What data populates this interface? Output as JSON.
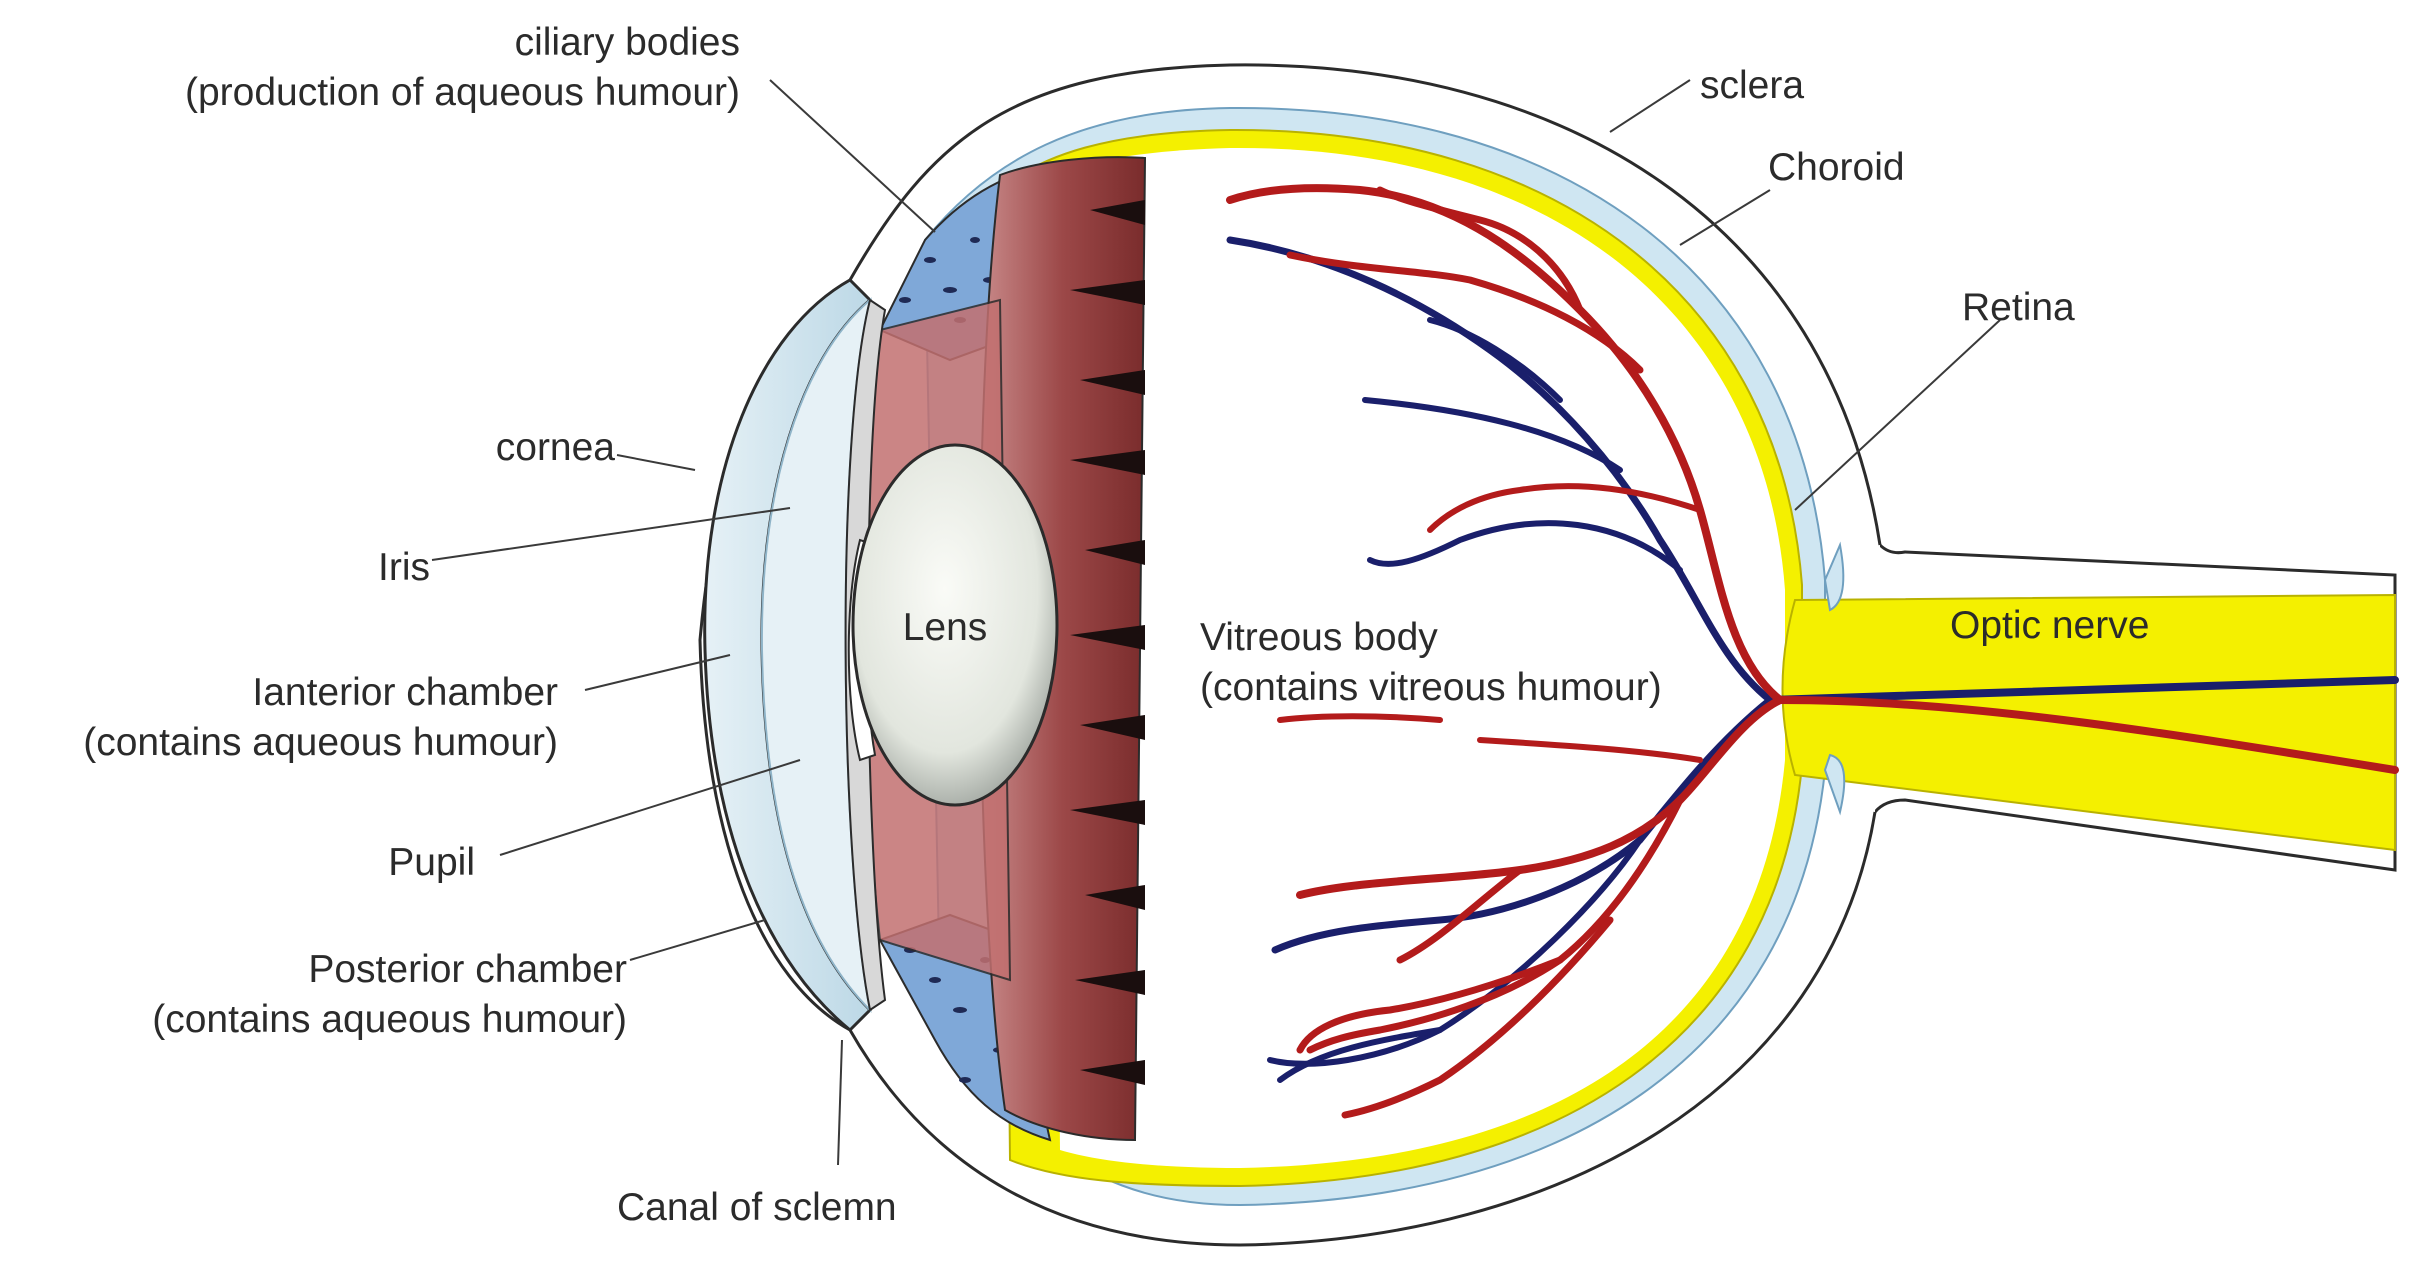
{
  "diagram": {
    "labels": {
      "ciliary_line1": "ciliary bodies",
      "ciliary_line2": "(production of aqueous humour)",
      "sclera": "sclera",
      "choroid": "Choroid",
      "retina": "Retina",
      "cornea": "cornea",
      "iris": "Iris",
      "anterior_line1": "Ianterior chamber",
      "anterior_line2": "(contains aqueous humour)",
      "pupil": "Pupil",
      "posterior_line1": "Posterior chamber",
      "posterior_line2": "(contains aqueous humour)",
      "canal": "Canal of sclemn",
      "lens": "Lens",
      "vitreous_line1": "Vitreous body",
      "vitreous_line2": "(contains vitreous humour)",
      "optic_nerve": "Optic nerve"
    },
    "colors": {
      "sclera_fill": "#ffffff",
      "choroid": "#cfe6f2",
      "retina": "#f4f000",
      "optic_nerve": "#f4f000",
      "artery": "#b31b1b",
      "vein": "#1a1f6b",
      "ciliary_muscle": "#9c4848",
      "lens": "#e9ece6",
      "iris_blue": "#7fa8d8",
      "outline": "#2b2b2b"
    }
  }
}
